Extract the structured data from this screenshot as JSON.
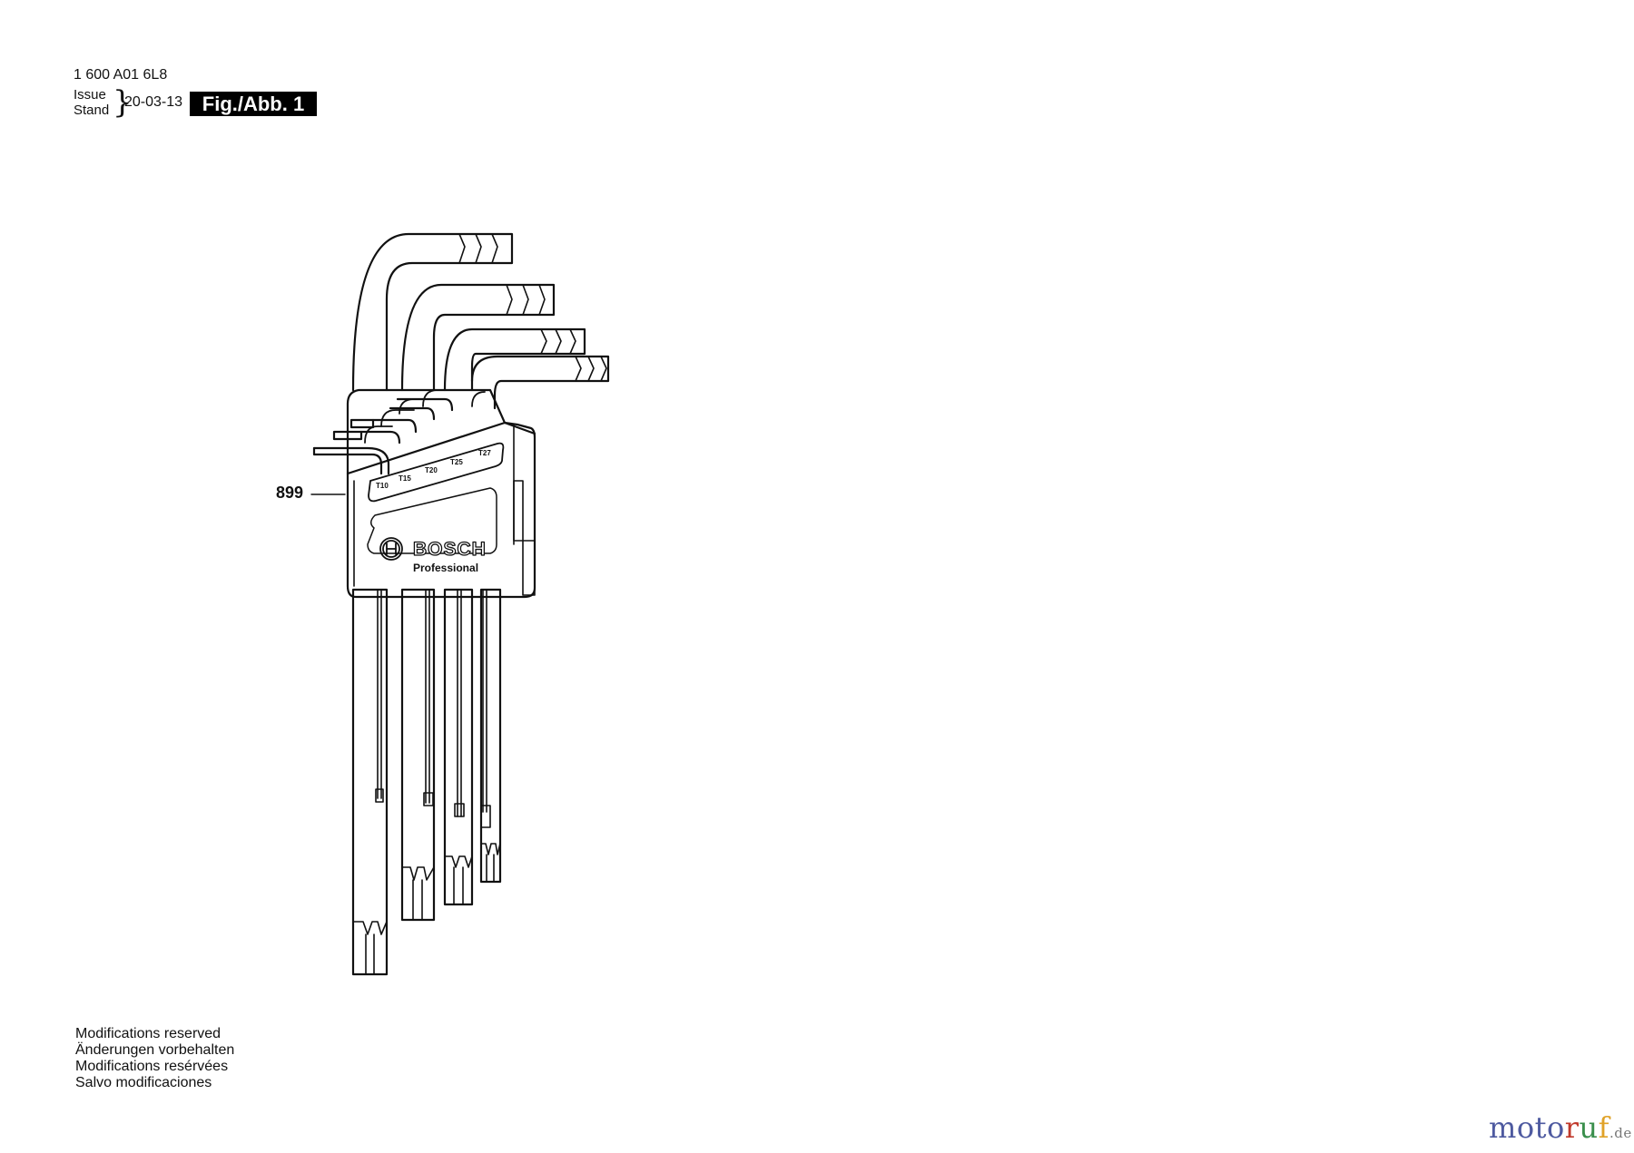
{
  "header": {
    "part_number": "1 600 A01 6L8",
    "issue_label": "Issue",
    "stand_label": "Stand",
    "date": "20-03-13",
    "figure_label": "Fig./Abb. 1"
  },
  "diagram": {
    "callout": "899",
    "brand": "BOSCH",
    "product_line": "Professional",
    "size_labels": [
      "T10",
      "T15",
      "T20",
      "T25",
      "T27"
    ]
  },
  "notes": [
    "Modifications reserved",
    "Änderungen vorbehalten",
    "Modifications resérvées",
    "Salvo modificaciones"
  ],
  "watermark": {
    "text_main": "moto",
    "text_r": "r",
    "text_u": "u",
    "text_f": "f",
    "tld": ".de"
  },
  "colors": {
    "line": "#111111",
    "fig_label_bg": "#000000",
    "watermark_blue": "#4e5aa0"
  }
}
